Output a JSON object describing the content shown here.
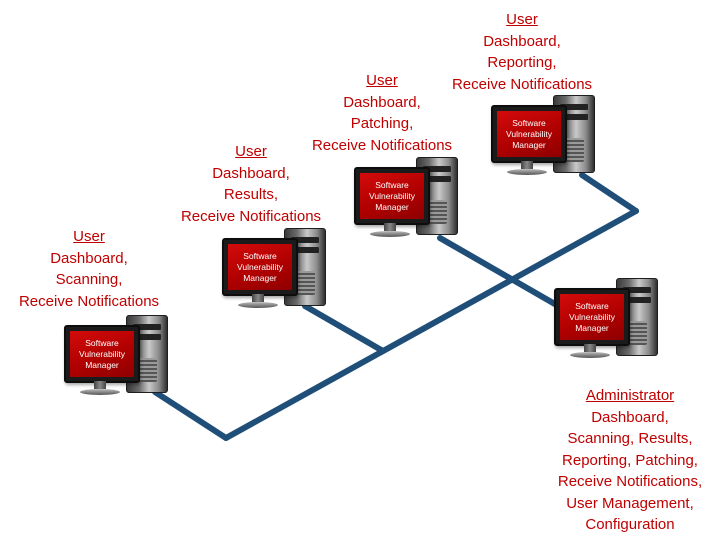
{
  "colors": {
    "line": "#1f4e79",
    "role_text": "#c00000",
    "screen": "#c00000"
  },
  "screen_label": "Software Vulnerability Manager",
  "nodes": [
    {
      "role": "User",
      "permissions": [
        "Dashboard,",
        "Scanning,",
        "Receive Notifications"
      ]
    },
    {
      "role": "User",
      "permissions": [
        "Dashboard,",
        "Results,",
        "Receive Notifications"
      ]
    },
    {
      "role": "User",
      "permissions": [
        "Dashboard,",
        "Patching,",
        "Receive Notifications"
      ]
    },
    {
      "role": "User",
      "permissions": [
        "Dashboard,",
        "Reporting,",
        "Receive Notifications"
      ]
    },
    {
      "role": "Administrator",
      "permissions": [
        "Dashboard,",
        "Scanning, Results,",
        "Reporting, Patching,",
        "Receive Notifications,",
        "User Management,",
        "Configuration"
      ]
    }
  ]
}
